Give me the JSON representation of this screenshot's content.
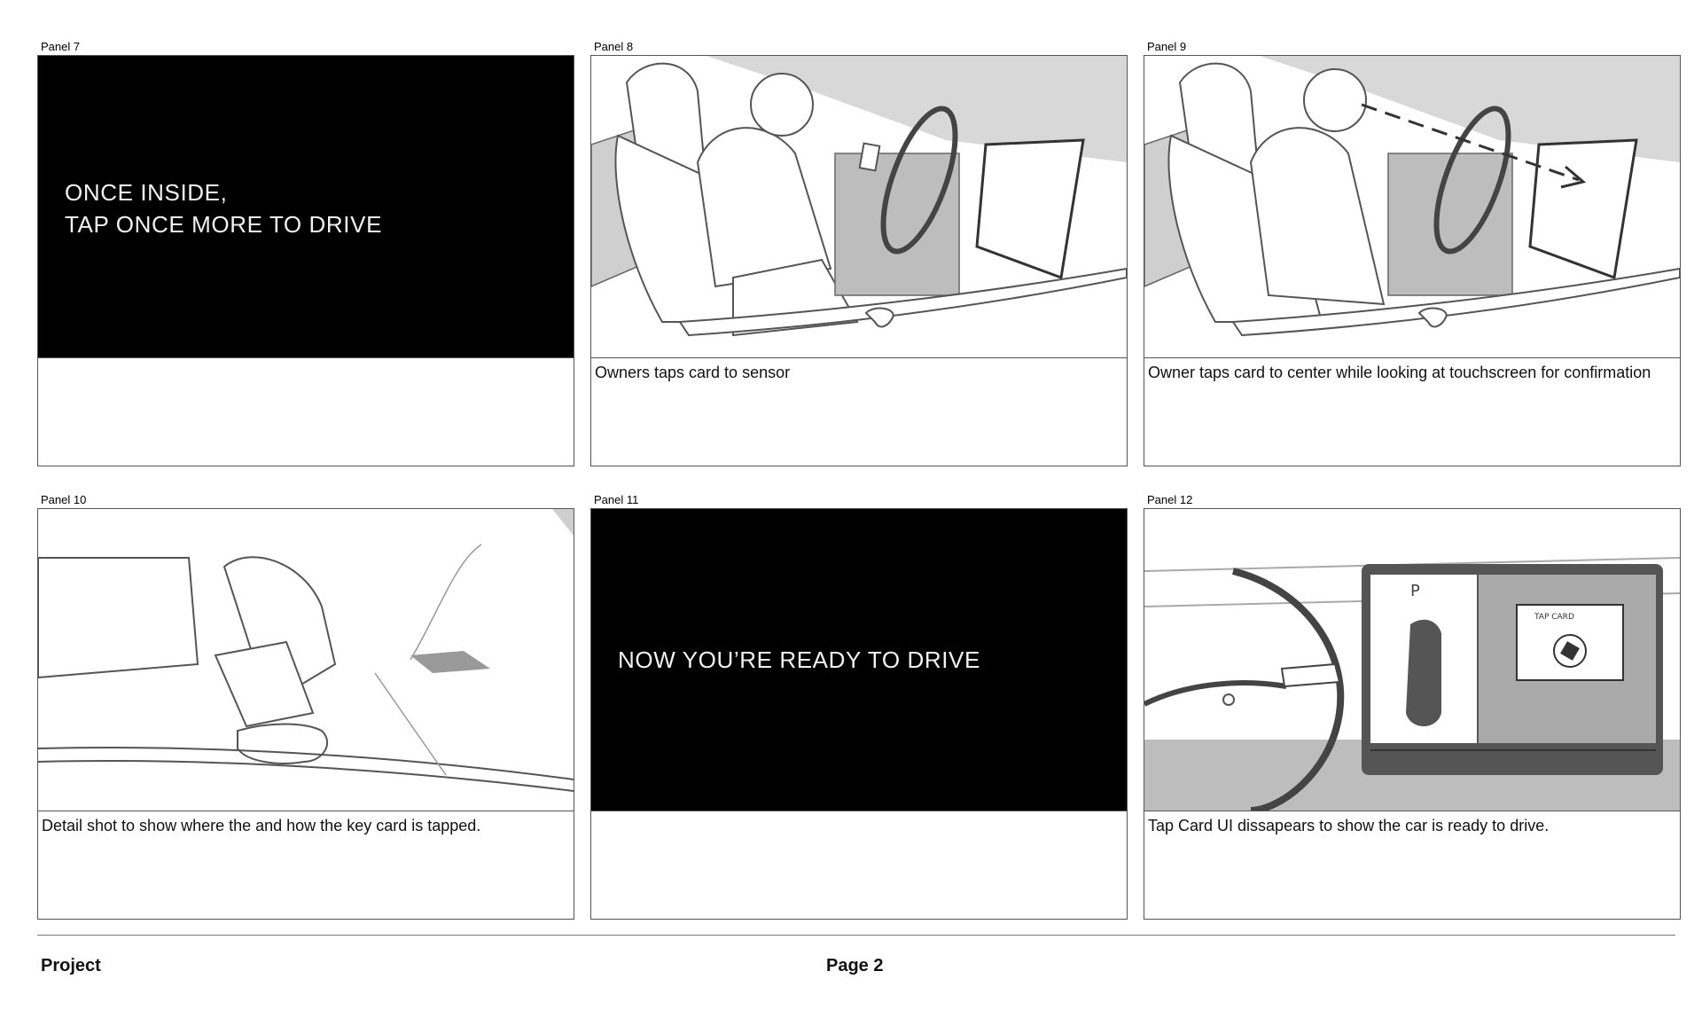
{
  "panels": [
    {
      "label": "Panel 7",
      "caption": "",
      "title_lines": [
        "ONCE INSIDE,",
        "TAP ONCE MORE TO DRIVE"
      ]
    },
    {
      "label": "Panel 8",
      "caption": "Owners taps card to sensor"
    },
    {
      "label": "Panel 9",
      "caption": "Owner taps card to center while looking at touchscreen for confirmation"
    },
    {
      "label": "Panel 10",
      "caption": "Detail shot to show where the and how the key card is tapped."
    },
    {
      "label": "Panel 11",
      "caption": "",
      "title_lines": [
        "NOW YOU’RE READY TO DRIVE"
      ]
    },
    {
      "label": "Panel 12",
      "caption": "Tap Card UI dissapears to show the car is ready to drive.",
      "screen": {
        "gear": "P",
        "tap_card": "TAP CARD"
      }
    }
  ],
  "footer": {
    "project": "Project",
    "page": "Page 2"
  }
}
